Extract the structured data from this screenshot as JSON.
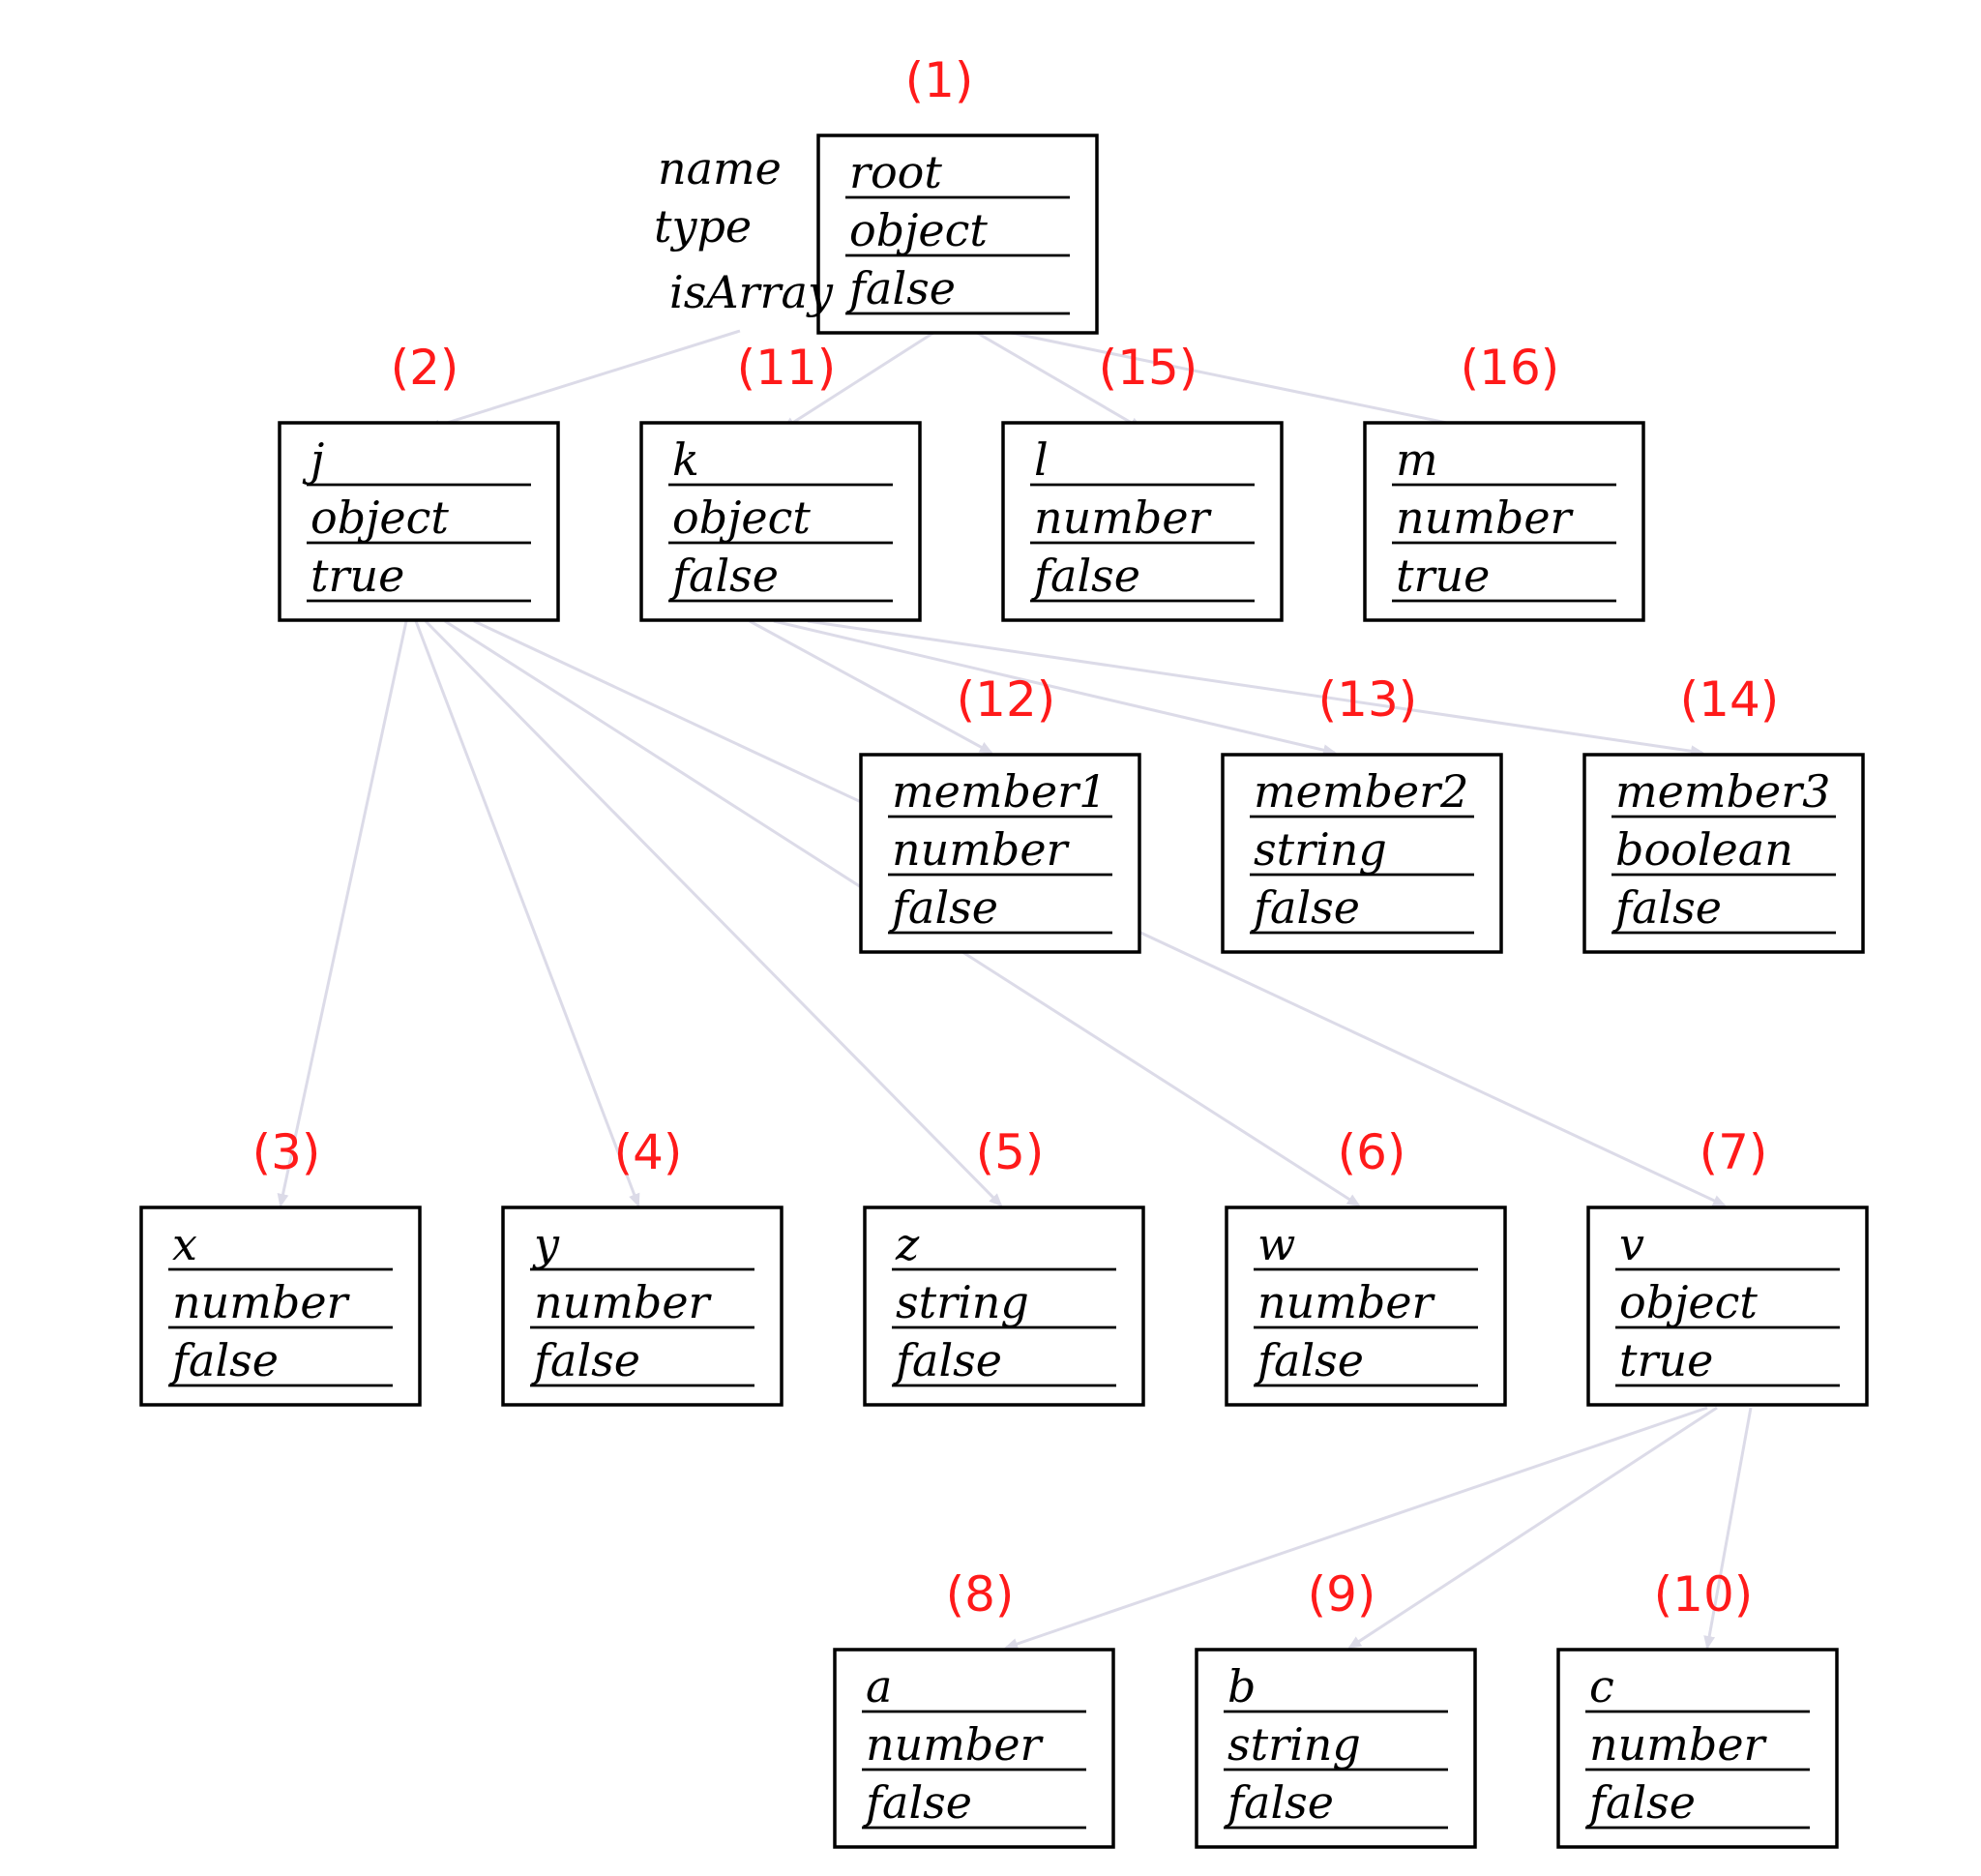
{
  "colors": {
    "box_border": "#000000",
    "text": "#000000",
    "node_number": "#ff1a1a",
    "edge": "#dcdbe8"
  },
  "side_labels": [
    "name",
    "type",
    "isArray"
  ],
  "nodes": [
    {
      "id": "1",
      "number": "(1)",
      "name": "root",
      "type": "object",
      "isArray": "false"
    },
    {
      "id": "2",
      "number": "(2)",
      "name": "j",
      "type": "object",
      "isArray": "true"
    },
    {
      "id": "11",
      "number": "(11)",
      "name": "k",
      "type": "object",
      "isArray": "false"
    },
    {
      "id": "15",
      "number": "(15)",
      "name": "l",
      "type": "number",
      "isArray": "false"
    },
    {
      "id": "16",
      "number": "(16)",
      "name": "m",
      "type": "number",
      "isArray": "true"
    },
    {
      "id": "12",
      "number": "(12)",
      "name": "member1",
      "type": "number",
      "isArray": "false"
    },
    {
      "id": "13",
      "number": "(13)",
      "name": "member2",
      "type": "string",
      "isArray": "false"
    },
    {
      "id": "14",
      "number": "(14)",
      "name": "member3",
      "type": "boolean",
      "isArray": "false"
    },
    {
      "id": "3",
      "number": "(3)",
      "name": "x",
      "type": "number",
      "isArray": "false"
    },
    {
      "id": "4",
      "number": "(4)",
      "name": "y",
      "type": "number",
      "isArray": "false"
    },
    {
      "id": "5",
      "number": "(5)",
      "name": "z",
      "type": "string",
      "isArray": "false"
    },
    {
      "id": "6",
      "number": "(6)",
      "name": "w",
      "type": "number",
      "isArray": "false"
    },
    {
      "id": "7",
      "number": "(7)",
      "name": "v",
      "type": "object",
      "isArray": "true"
    },
    {
      "id": "8",
      "number": "(8)",
      "name": "a",
      "type": "number",
      "isArray": "false"
    },
    {
      "id": "9",
      "number": "(9)",
      "name": "b",
      "type": "string",
      "isArray": "false"
    },
    {
      "id": "10",
      "number": "(10)",
      "name": "c",
      "type": "number",
      "isArray": "false"
    }
  ],
  "edges": [
    {
      "from": "1",
      "to": "2"
    },
    {
      "from": "1",
      "to": "11"
    },
    {
      "from": "1",
      "to": "15"
    },
    {
      "from": "1",
      "to": "16"
    },
    {
      "from": "2",
      "to": "3"
    },
    {
      "from": "2",
      "to": "4"
    },
    {
      "from": "2",
      "to": "5"
    },
    {
      "from": "2",
      "to": "6"
    },
    {
      "from": "2",
      "to": "7"
    },
    {
      "from": "11",
      "to": "12"
    },
    {
      "from": "11",
      "to": "13"
    },
    {
      "from": "11",
      "to": "14"
    },
    {
      "from": "7",
      "to": "8"
    },
    {
      "from": "7",
      "to": "9"
    },
    {
      "from": "7",
      "to": "10"
    }
  ]
}
